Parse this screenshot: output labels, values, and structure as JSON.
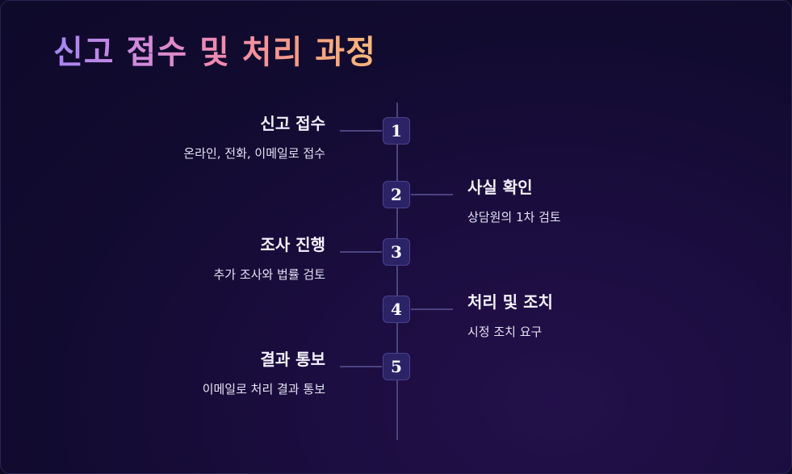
{
  "title": "신고 접수 및 처리 과정",
  "steps": [
    {
      "number": "1",
      "title": "신고 접수",
      "desc": "온라인, 전화, 이메일로 접수",
      "side": "left"
    },
    {
      "number": "2",
      "title": "사실 확인",
      "desc": "상담원의 1차 검토",
      "side": "right"
    },
    {
      "number": "3",
      "title": "조사 진행",
      "desc": "추가 조사와 법률 검토",
      "side": "left"
    },
    {
      "number": "4",
      "title": "처리 및 조치",
      "desc": "시정 조치 요구",
      "side": "right"
    },
    {
      "number": "5",
      "title": "결과 통보",
      "desc": "이메일로 처리 결과 통보",
      "side": "left"
    }
  ],
  "colors": {
    "background": "#1a0d3e",
    "axis": "#4b4480",
    "badge": "#2c2366",
    "title_gradient": [
      "#a685f5",
      "#f38aa8",
      "#f9b77a"
    ]
  }
}
